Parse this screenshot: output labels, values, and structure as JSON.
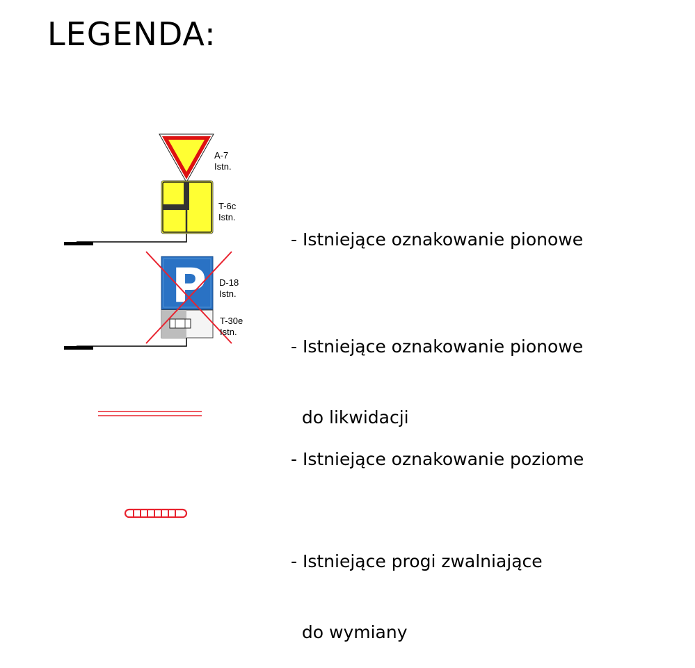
{
  "title": "LEGENDA:",
  "signs": {
    "a7": {
      "code": "A-7",
      "status": "Istn."
    },
    "t6c": {
      "code": "T-6c",
      "status": "Istn."
    },
    "d18": {
      "code": "D-18",
      "status": "Istn."
    },
    "t30e": {
      "code": "T-30e",
      "status": "Istn."
    },
    "parking_letter": "P"
  },
  "items": [
    {
      "line1": "- Istniejące oznakowanie pionowe",
      "line2": ""
    },
    {
      "line1": "- Istniejące oznakowanie pionowe",
      "line2": "  do likwidacji"
    },
    {
      "line1": "- Istniejące oznakowanie poziome",
      "line2": ""
    },
    {
      "line1": "- Istniejące progi zwalniające",
      "line2": "  do wymiany"
    }
  ],
  "colors": {
    "sign_yellow": "#ffff33",
    "sign_blue": "#2a72c4",
    "removal_cross": "#e8232f",
    "horizontal_marking": "#e8232f",
    "speed_bump": "#e8232f"
  },
  "icons": [
    "yield-sign-icon",
    "priority-road-shape-plate-icon",
    "parking-sign-icon",
    "car-plate-icon",
    "removal-cross-icon",
    "horizontal-marking-icon",
    "speed-bump-icon"
  ]
}
